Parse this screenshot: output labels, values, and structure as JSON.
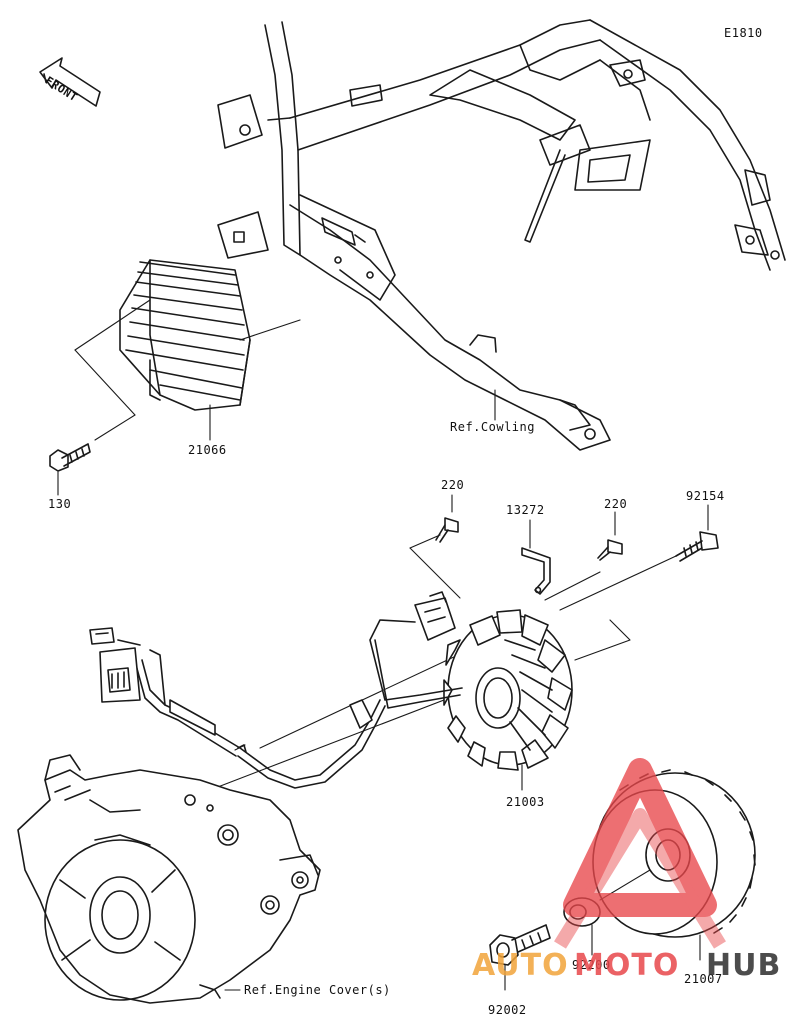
{
  "diagram_code": "E1810",
  "front_label": "FRONT",
  "parts": {
    "regulator": "21066",
    "regulator_bolt": "130",
    "stator_bolt_1": "220",
    "stator_bolt_2": "220",
    "clamp": "13272",
    "socket_bolt": "92154",
    "stator": "21003",
    "flywheel_bolt": "92002",
    "washer": "92200",
    "rotor": "21007"
  },
  "references": {
    "cowling": "Ref.Cowling",
    "engine_cover": "Ref.Engine Cover(s)"
  },
  "watermark": {
    "auto": "AUTO",
    "moto": "MOTO",
    "hub": "HUB",
    "color_red": "#e8474b",
    "color_orange": "#f2a43a",
    "color_dark": "#2d2d2d"
  }
}
